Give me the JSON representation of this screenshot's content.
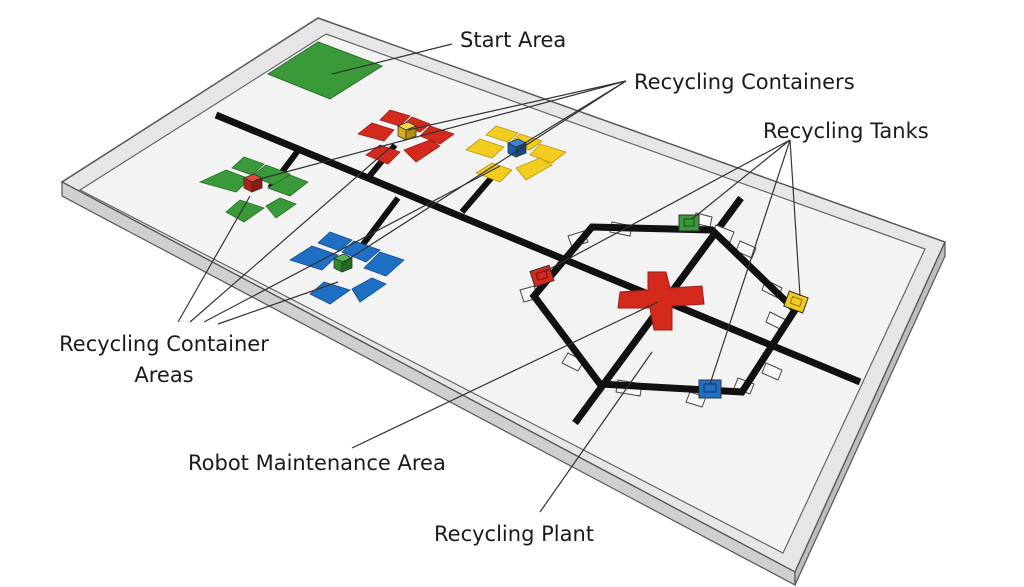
{
  "labels": {
    "start_area": "Start Area",
    "recycling_containers": "Recycling Containers",
    "recycling_tanks": "Recycling Tanks",
    "recycling_container_areas_line1": "Recycling Container",
    "recycling_container_areas_line2": "Areas",
    "robot_maintenance_area": "Robot Maintenance Area",
    "recycling_plant": "Recycling Plant"
  },
  "colors": {
    "green": "#3a9a3a",
    "red": "#d42a1e",
    "yellow": "#f2cc1f",
    "blue": "#1f6fc4",
    "board": "#f2f2f2",
    "wall": "#dcdcdc",
    "line": "#111111"
  }
}
